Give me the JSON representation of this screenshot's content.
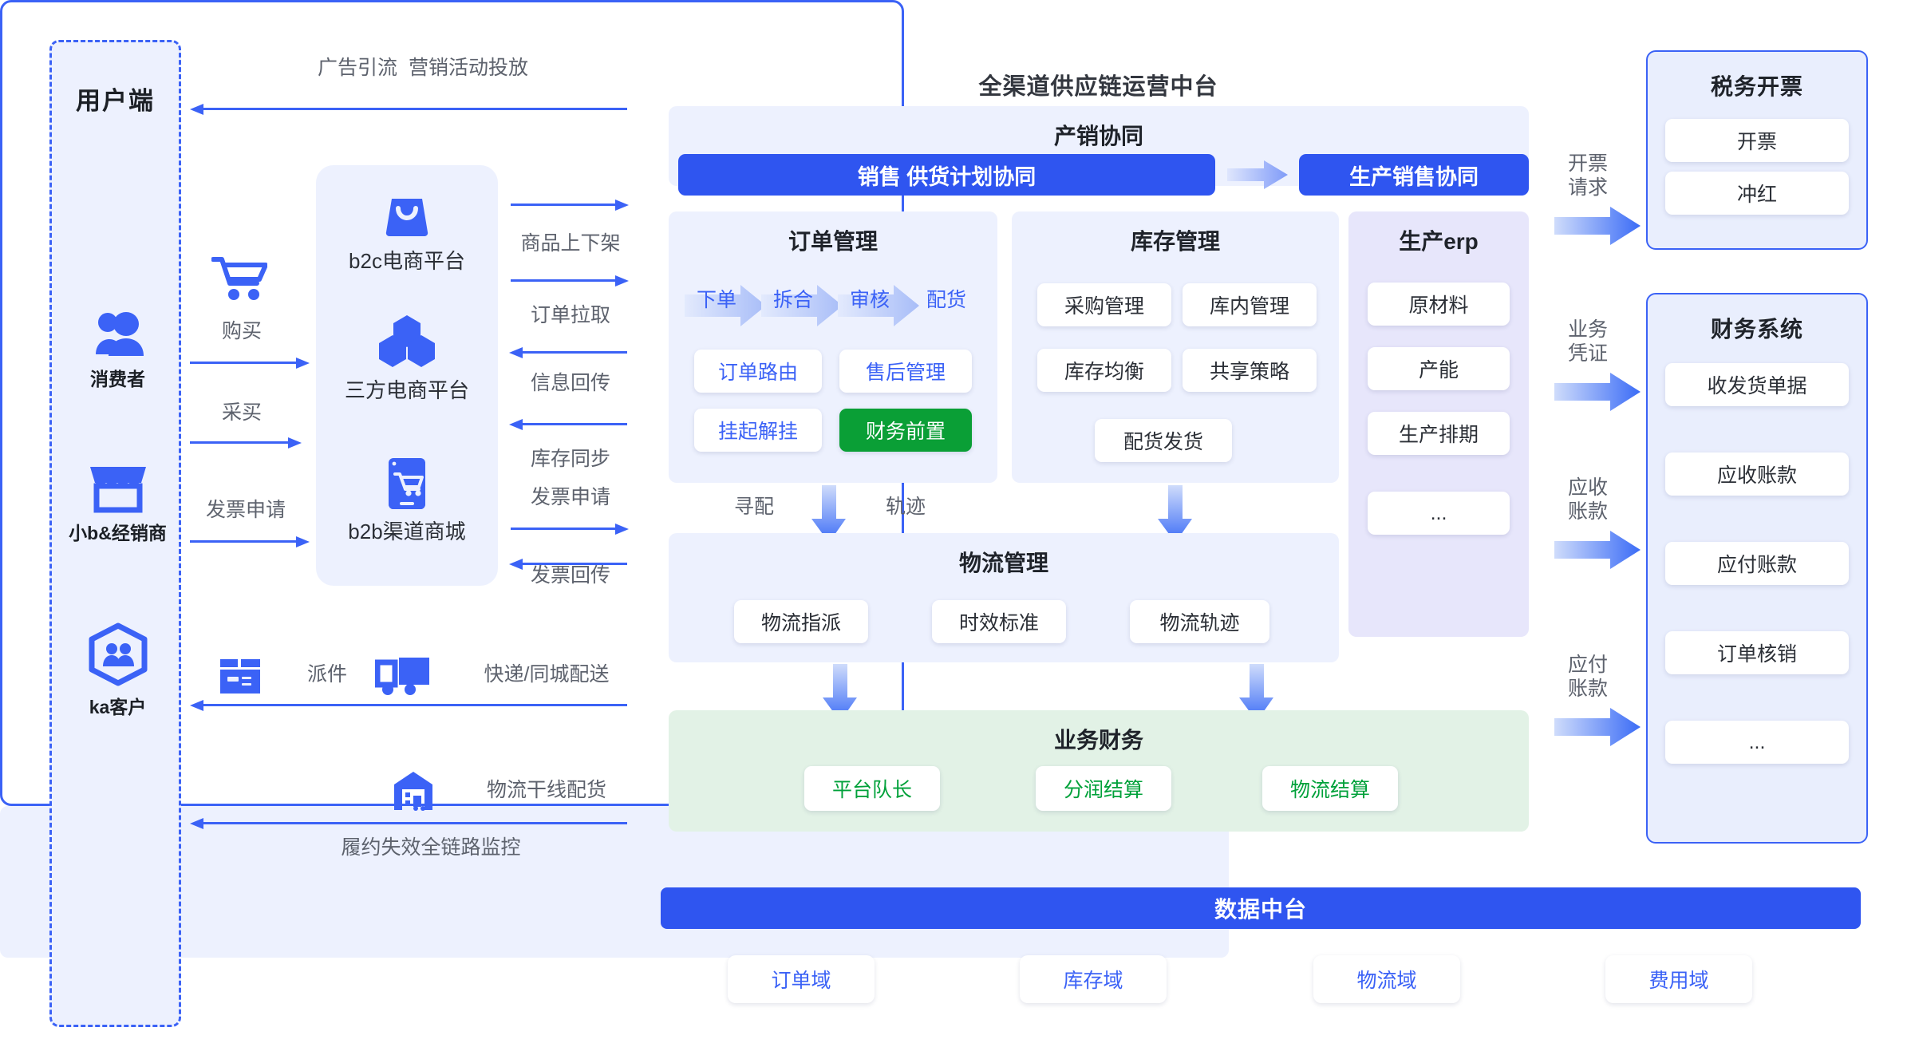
{
  "user_panel": {
    "title": "用户端",
    "items": [
      {
        "icon": "users-icon",
        "label": "消费者"
      },
      {
        "icon": "storefront-icon",
        "label": "小b&经销商"
      },
      {
        "icon": "ka-customer-icon",
        "label": "ka客户"
      }
    ]
  },
  "platform_card": {
    "items": [
      {
        "icon": "shopping-bag-icon",
        "label": "b2c电商平台"
      },
      {
        "icon": "hexagons-icon",
        "label": "三方电商平台"
      },
      {
        "icon": "mobile-cart-icon",
        "label": "b2b渠道商城"
      }
    ]
  },
  "flow_labels": {
    "top_marketing": "广告引流  营销活动投放",
    "purchase": "购买",
    "procure": "采买",
    "invoice_request_left": "发票申请",
    "product_listing": "商品上下架",
    "order_pull": "订单拉取",
    "info_return": "信息回传",
    "stock_sync": "库存同步",
    "invoice_request_mid": "发票申请",
    "invoice_return": "发票回传",
    "delivery": "派件",
    "express_city": "快递/同城配送",
    "trunk_line": "物流干线配货",
    "monitor": "履约失效全链路监控",
    "find_match": "寻配",
    "trace": "轨迹",
    "invoice_req_right": "开票\n请求",
    "business_voucher": "业务\n凭证",
    "receivable": "应收\n账款",
    "payable": "应付\n账款"
  },
  "main_panel": {
    "title": "全渠道供应链运营中台",
    "coordination": {
      "title": "产销协同",
      "left_button": "销售 供货计划协同",
      "right_button": "生产销售协同"
    },
    "order_mgmt": {
      "title": "订单管理",
      "flow": [
        "下单",
        "拆合",
        "审核",
        "配货"
      ],
      "chips": [
        {
          "label": "订单路由",
          "style": "blue"
        },
        {
          "label": "售后管理",
          "style": "blue"
        },
        {
          "label": "挂起解挂",
          "style": "blue"
        },
        {
          "label": "财务前置",
          "style": "green"
        }
      ]
    },
    "inventory_mgmt": {
      "title": "库存管理",
      "chips": [
        "采购管理",
        "库内管理",
        "库存均衡",
        "共享策略",
        "配货发货"
      ]
    },
    "production_erp": {
      "title": "生产erp",
      "chips": [
        "原材料",
        "产能",
        "生产排期",
        "..."
      ]
    },
    "logistics_mgmt": {
      "title": "物流管理",
      "chips": [
        "物流指派",
        "时效标准",
        "物流轨迹"
      ]
    },
    "business_finance": {
      "title": "业务财务",
      "chips": [
        "平台队长",
        "分润结算",
        "物流结算"
      ]
    }
  },
  "right_panels": [
    {
      "title": "税务开票",
      "chips": [
        "开票",
        "冲红"
      ]
    },
    {
      "title": "财务系统",
      "chips": [
        "收发货单据",
        "应收账款",
        "应付账款",
        "订单核销",
        "..."
      ]
    }
  ],
  "data_panel": {
    "banner": "数据中台",
    "chips": [
      "订单域",
      "库存域",
      "物流域",
      "费用域"
    ]
  },
  "colors": {
    "primary_blue": "#3b62f6",
    "button_blue": "#2f55f0",
    "panel_bg": "#edf1fe",
    "green": "#0a9f36",
    "green_bg": "#e2f2e6",
    "erp_bg": "#e7e6fb",
    "label_gray": "#5d626d"
  }
}
